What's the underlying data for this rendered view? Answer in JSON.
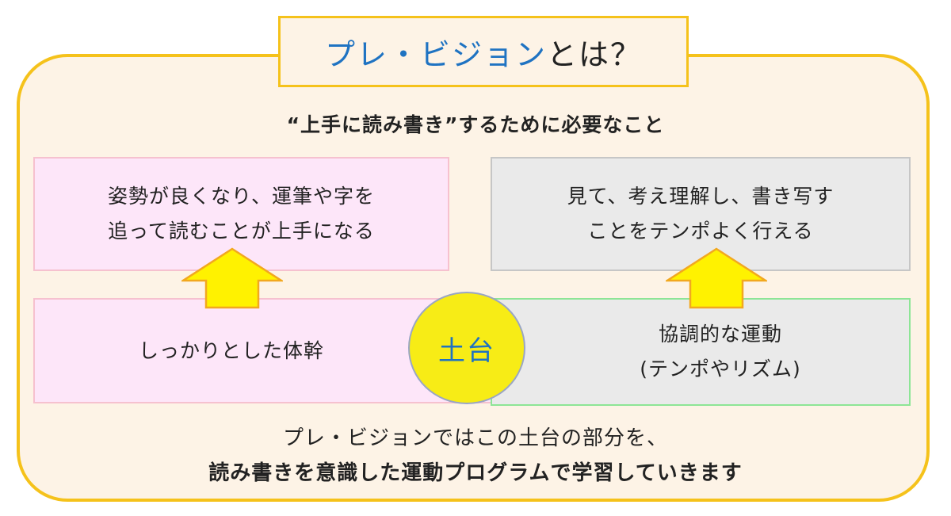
{
  "title": {
    "accent": "プレ・ビジョン",
    "rest": "とは？"
  },
  "subtitle": "“上手に読み書き”するために必要なこと",
  "top_left": {
    "line1": "姿勢が良くなり、運筆や字を",
    "line2": "追って読むことが上手になる"
  },
  "top_right": {
    "line1": "見て、考え理解し、書き写す",
    "line2": "ことをテンポよく行える"
  },
  "bottom_left": {
    "line1": "しっかりとした体幹"
  },
  "bottom_right": {
    "line1": "協調的な運動",
    "line2": "(テンポやリズム)"
  },
  "center": {
    "label": "土台"
  },
  "footer": {
    "line1": "プレ・ビジョンではこの土台の部分を、",
    "line2": "読み書きを意識した運動プログラムで学習していきます"
  },
  "colors": {
    "frame_border": "#f5c21b",
    "frame_fill": "#fdf3e6",
    "accent_blue": "#1f73c2",
    "pink_fill": "#fde6f9",
    "gray_fill": "#eaeaea",
    "circle_fill": "#f7ec16",
    "arrow_fill": "#fff200"
  },
  "icons": {
    "arrow": "up-arrow-icon"
  }
}
